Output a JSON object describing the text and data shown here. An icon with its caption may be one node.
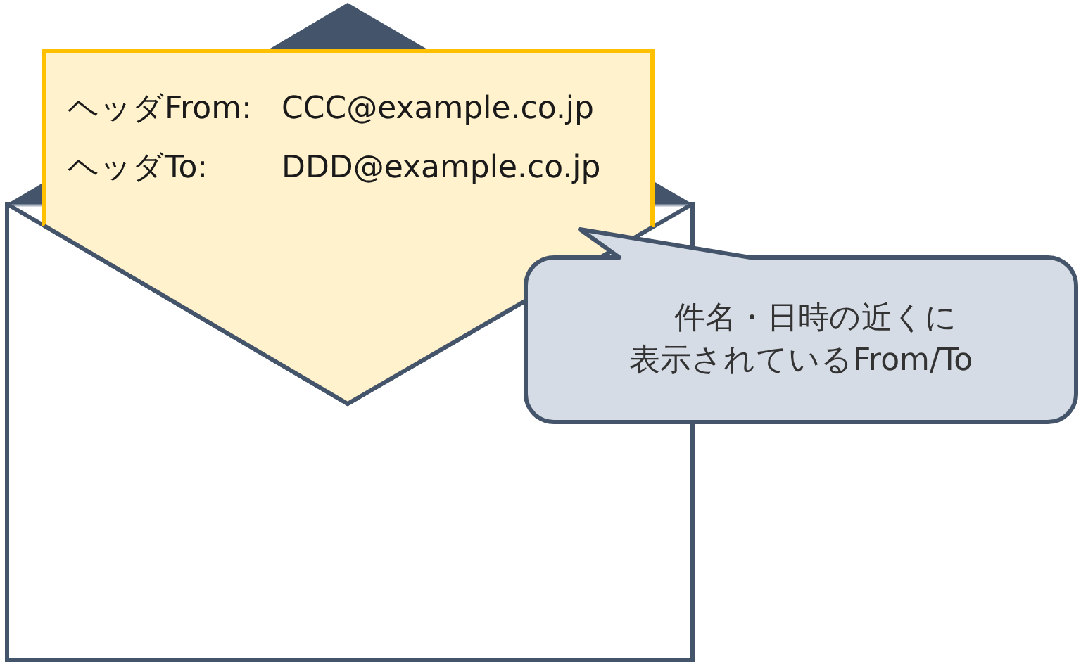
{
  "diagram": {
    "nodes": [
      {
        "text": [
          "ヘッダFrom:",
          "CCC@example.co.jp",
          "ヘッダTo:",
          "DDD@example.co.jp"
        ]
      },
      {
        "text": [
          "件名・日時の近くに表示されているFrom/To"
        ]
      }
    ]
  }
}
